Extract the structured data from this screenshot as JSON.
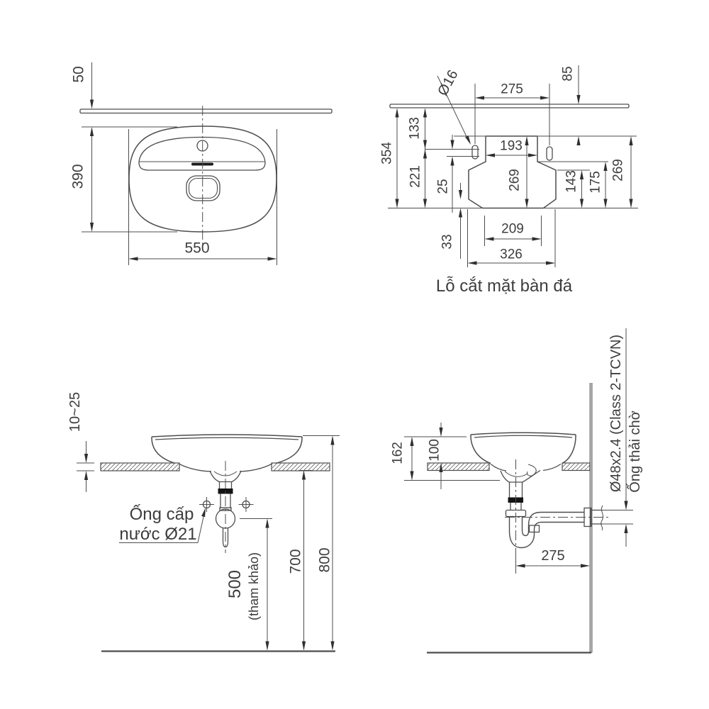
{
  "colors": {
    "line": "#4d4d4d",
    "text": "#3d3d3d",
    "background": "#ffffff",
    "seal_band": "#141414"
  },
  "drawing": {
    "view_plan": {
      "dim_wall_gap": "50",
      "dim_depth": "390",
      "dim_width": "550"
    },
    "view_cutout": {
      "hole_dia": "Ø16",
      "dim_hole_spacing": "275",
      "dim_wall_to_top": "85",
      "dim_overall_height": "354",
      "dim_wall_to_hole": "133",
      "dim_hole_to_bottom": "221",
      "dim_hole_offset": "25",
      "dim_neck_width": "193",
      "dim_center_height": "269",
      "dim_143": "143",
      "dim_175": "175",
      "dim_right_height": "269",
      "dim_chamfer": "33",
      "dim_bottom_inner": "209",
      "dim_bottom_width": "326",
      "caption": "Lỗ cắt mặt bàn đá"
    },
    "view_front": {
      "dim_counter_thickness": "10~25",
      "supply_label_line1": "Ống cấp",
      "supply_label_line2": "nước Ø21",
      "dim_supply_height": "500",
      "dim_supply_note": "(tham khảo)",
      "dim_counter_height": "700",
      "dim_rim_height": "800"
    },
    "view_side": {
      "dim_rim_to_under": "162",
      "dim_bowl_above": "100",
      "pipe_label": "Ø48x2.4 (Class 2-TCVN)",
      "drain_label": "Ống thải chờ",
      "dim_trap_to_wall": "275"
    }
  }
}
